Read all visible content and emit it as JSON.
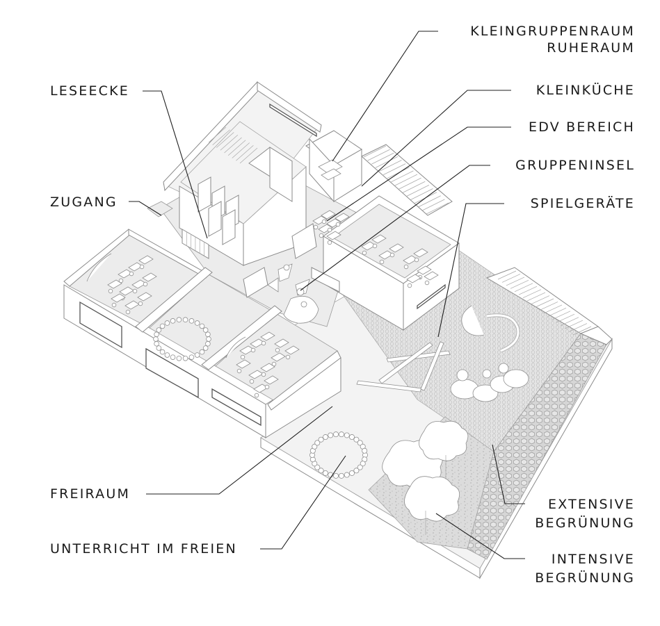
{
  "diagram": {
    "title": "Isometric floor plan — school spaces",
    "colors": {
      "background": "#ffffff",
      "line": "#8a8a8a",
      "floor": "#ececec",
      "leader": "#1e1e1e",
      "text": "#1a1a1a"
    },
    "labels_left": [
      {
        "id": "leseecke",
        "text": "LESEECKE"
      },
      {
        "id": "zugang",
        "text": "ZUGANG"
      },
      {
        "id": "freiraum",
        "text": "FREIRAUM"
      },
      {
        "id": "unterricht",
        "text": "UNTERRICHT IM FREIEN"
      }
    ],
    "labels_right": [
      {
        "id": "kleingruppenraum",
        "lines": [
          "KLEINGRUPPENRAUM",
          "RUHERAUM"
        ]
      },
      {
        "id": "kleinkueche",
        "lines": [
          "KLEINKÜCHE"
        ]
      },
      {
        "id": "edv",
        "lines": [
          "EDV BEREICH"
        ]
      },
      {
        "id": "gruppeninsel",
        "lines": [
          "GRUPPENINSEL"
        ]
      },
      {
        "id": "spielgeraete",
        "lines": [
          "SPIELGERÄTE"
        ]
      },
      {
        "id": "extensive",
        "lines": [
          "EXTENSIVE",
          "BEGRÜNUNG"
        ]
      },
      {
        "id": "intensive",
        "lines": [
          "INTENSIVE",
          "BEGRÜNUNG"
        ]
      }
    ]
  }
}
